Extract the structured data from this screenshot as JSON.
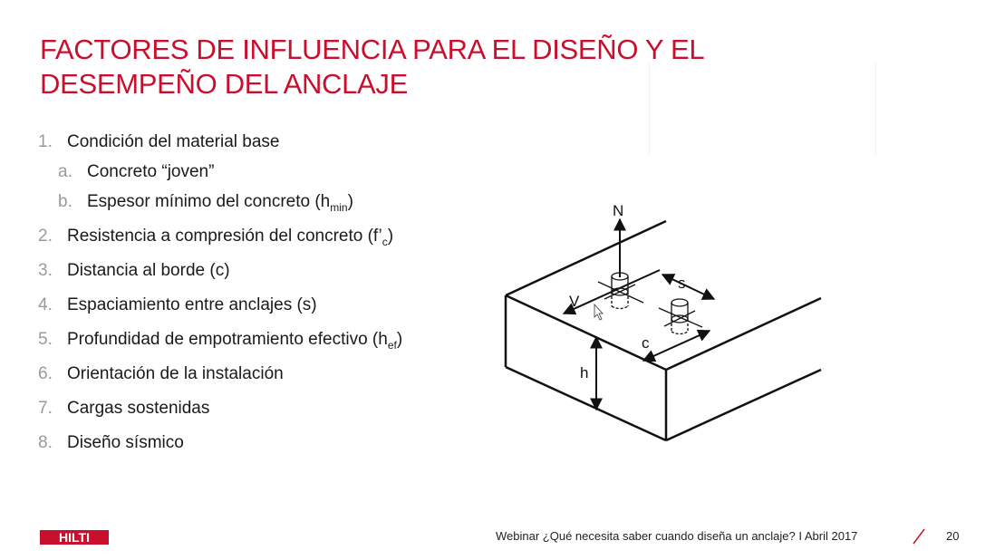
{
  "title": "FACTORES DE INFLUENCIA PARA EL DISEÑO Y EL DESEMPEÑO DEL ANCLAJE",
  "items": [
    {
      "num": "1.",
      "text": "Condición del material base"
    },
    {
      "num": "a.",
      "text": "Concreto “joven”"
    },
    {
      "num": "b.",
      "text": "Espesor mínimo del concreto (h",
      "sub": "min",
      "after": ")"
    },
    {
      "num": "2.",
      "text": "Resistencia a compresión del concreto (f’",
      "sub": "c",
      "after": ")"
    },
    {
      "num": "3.",
      "text": "Distancia al borde (c)"
    },
    {
      "num": "4.",
      "text": "Espaciamiento entre anclajes (s)"
    },
    {
      "num": "5.",
      "text": "Profundidad de empotramiento efectivo (h",
      "sub": "ef",
      "after": ")"
    },
    {
      "num": "6.",
      "text": "Orientación de la instalación"
    },
    {
      "num": "7.",
      "text": "Cargas sostenidas"
    },
    {
      "num": "8.",
      "text": "Diseño sísmico"
    }
  ],
  "diagram": {
    "label_n": "N",
    "label_v": "V",
    "label_s": "s",
    "label_c": "c",
    "label_h": "h"
  },
  "footer": {
    "logo_text": "HILTI",
    "text": "Webinar ¿Qué necesita saber cuando diseña un anclaje? I Abril 2017",
    "page": "20"
  },
  "colors": {
    "accent": "#c8102e",
    "numbering": "#9a9a9a"
  }
}
